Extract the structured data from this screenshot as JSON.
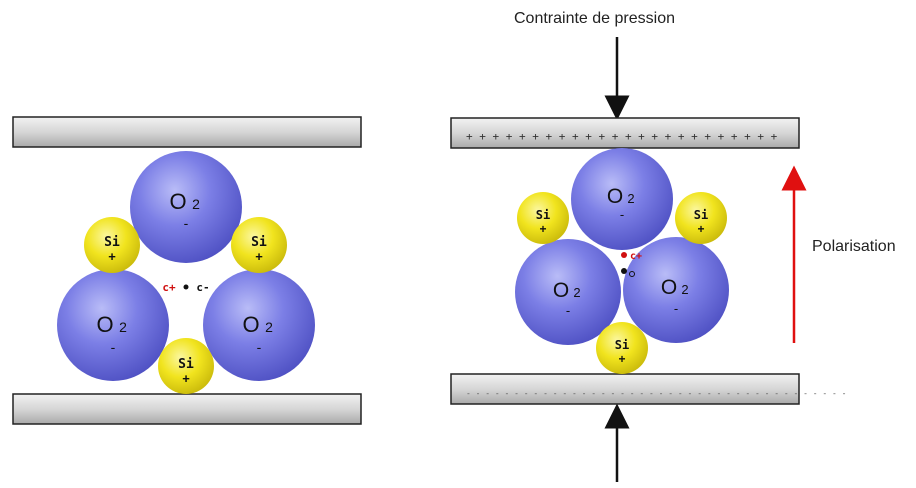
{
  "labels": {
    "pressure": "Contrainte de pression",
    "polarisation": "Polarisation"
  },
  "atoms": {
    "oxygen": "O",
    "oxygen_sub": "2",
    "oxygen_charge": "-",
    "silicon": "Si",
    "silicon_charge": "+"
  },
  "charge_centers": {
    "positive": "c+",
    "negative": "c-"
  },
  "plates": {
    "top_right_charges": "+ + + + + + + + + + + + + + + + + + + + + + + +",
    "bottom_right_charges": "- - - - - - - - - - - - - - - - - - - - - - - - - - - - - - - - - - - - - - - -"
  },
  "colors": {
    "oxygen": "#7274e0",
    "silicon": "#f0e21c",
    "plate": "#cfcfcf",
    "polarisation_arrow": "#e01010",
    "positive_center": "#d01010"
  }
}
